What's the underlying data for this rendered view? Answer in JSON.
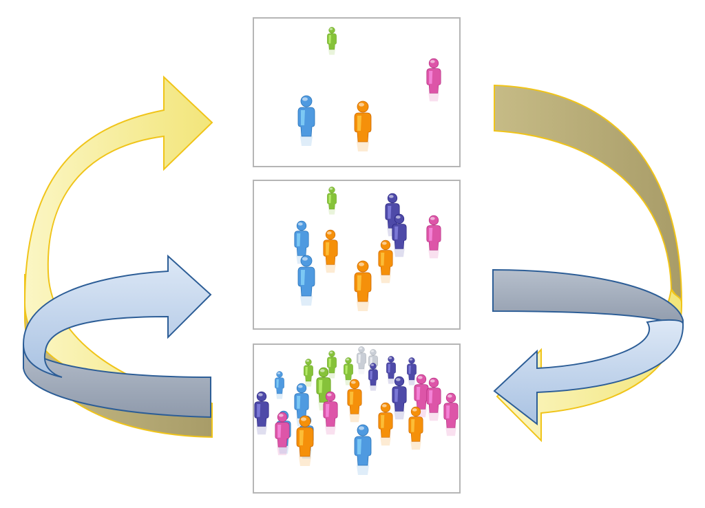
{
  "colors": {
    "background": "#ffffff",
    "panel_border": "#b5b5b5",
    "yellow_arrow_fill": "#f7ef9a",
    "yellow_arrow_stroke": "#f0c419",
    "yellow_arrow_back": "#b9ad7a",
    "blue_arrow_fill": "#c7d8ee",
    "blue_arrow_stroke": "#2c5d96",
    "blue_arrow_back": "#a8b2c2",
    "person_blue": "#4f9ae0",
    "person_orange": "#f5900a",
    "person_green": "#86c23a",
    "person_pink": "#dd55a8",
    "person_purple": "#4e4aa8",
    "person_gray": "#c9ced6"
  },
  "diagram": {
    "panels": [
      {
        "name": "panel-sparse",
        "people": [
          {
            "color": "green",
            "depth": "far"
          },
          {
            "color": "pink",
            "depth": "mid"
          },
          {
            "color": "blue",
            "depth": "near"
          },
          {
            "color": "orange",
            "depth": "near"
          }
        ]
      },
      {
        "name": "panel-growing",
        "people": [
          {
            "color": "green",
            "depth": "far"
          },
          {
            "color": "purple",
            "depth": "mid"
          },
          {
            "color": "purple",
            "depth": "mid"
          },
          {
            "color": "pink",
            "depth": "mid"
          },
          {
            "color": "blue",
            "depth": "mid"
          },
          {
            "color": "orange",
            "depth": "mid"
          },
          {
            "color": "orange",
            "depth": "mid"
          },
          {
            "color": "blue",
            "depth": "near"
          },
          {
            "color": "orange",
            "depth": "near"
          }
        ]
      },
      {
        "name": "panel-crowd",
        "people": [
          {
            "color": "gray",
            "depth": "far"
          },
          {
            "color": "gray",
            "depth": "far"
          },
          {
            "color": "green",
            "depth": "far"
          },
          {
            "color": "green",
            "depth": "far"
          },
          {
            "color": "green",
            "depth": "far"
          },
          {
            "color": "purple",
            "depth": "far"
          },
          {
            "color": "purple",
            "depth": "far"
          },
          {
            "color": "purple",
            "depth": "far"
          },
          {
            "color": "blue",
            "depth": "far"
          },
          {
            "color": "green",
            "depth": "mid"
          },
          {
            "color": "purple",
            "depth": "mid"
          },
          {
            "color": "pink",
            "depth": "mid"
          },
          {
            "color": "pink",
            "depth": "mid"
          },
          {
            "color": "blue",
            "depth": "mid"
          },
          {
            "color": "orange",
            "depth": "mid"
          },
          {
            "color": "purple",
            "depth": "mid"
          },
          {
            "color": "pink",
            "depth": "mid"
          },
          {
            "color": "pink",
            "depth": "mid"
          },
          {
            "color": "blue",
            "depth": "mid"
          },
          {
            "color": "orange",
            "depth": "mid"
          },
          {
            "color": "blue",
            "depth": "mid"
          },
          {
            "color": "orange",
            "depth": "mid"
          },
          {
            "color": "pink",
            "depth": "mid"
          },
          {
            "color": "blue",
            "depth": "near"
          },
          {
            "color": "orange",
            "depth": "near"
          }
        ]
      }
    ],
    "arrows": [
      {
        "name": "yellow-cycle-arrow-left",
        "color": "yellow",
        "direction": "up-right"
      },
      {
        "name": "yellow-cycle-arrow-right",
        "color": "yellow",
        "direction": "down-left"
      },
      {
        "name": "blue-cycle-arrow-left",
        "color": "blue",
        "direction": "right"
      },
      {
        "name": "blue-cycle-arrow-right",
        "color": "blue",
        "direction": "left"
      }
    ]
  }
}
